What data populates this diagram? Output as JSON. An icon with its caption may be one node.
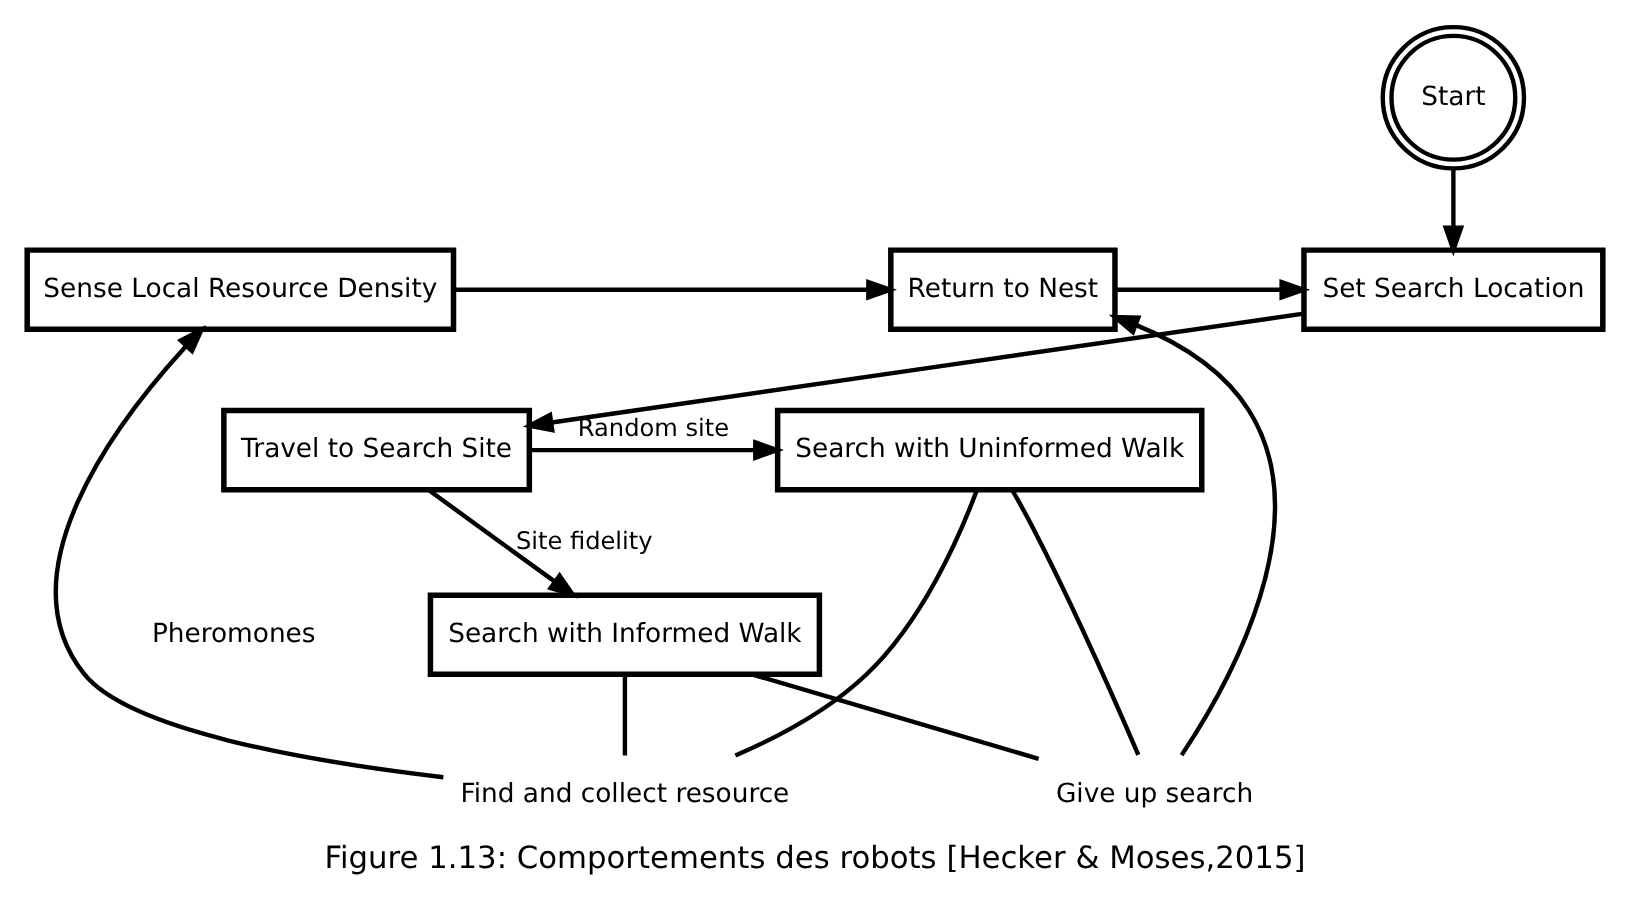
{
  "diagram": {
    "caption": "Figure 1.13: Comportements des robots [Hecker & Moses,2015]",
    "nodes": [
      {
        "text": [
          "Start"
        ]
      },
      {
        "text": [
          "Sense Local Resource Density"
        ]
      },
      {
        "text": [
          "Return to Nest"
        ]
      },
      {
        "text": [
          "Set Search Location"
        ]
      },
      {
        "text": [
          "Travel to Search Site"
        ]
      },
      {
        "text": [
          "Search with Uninformed Walk"
        ]
      },
      {
        "text": [
          "Search with Informed Walk"
        ]
      },
      {
        "text": [
          "Give up search"
        ]
      },
      {
        "text": [
          "Find and collect resource"
        ]
      }
    ],
    "edges": [
      {
        "from": 0,
        "to": 3,
        "arrow": "to"
      },
      {
        "from": 1,
        "to": 2,
        "arrow": "to"
      },
      {
        "from": 2,
        "to": 3,
        "arrow": "to"
      },
      {
        "from": 3,
        "to": 4,
        "arrow": "to"
      },
      {
        "from": 4,
        "to": 5,
        "arrow": "to",
        "label": "Random site"
      },
      {
        "from": 4,
        "to": 6,
        "arrow": "to",
        "label": "Site fidelity"
      },
      {
        "from": 5,
        "to": 7,
        "arrow": "none"
      },
      {
        "from": 6,
        "to": 7,
        "arrow": "none"
      },
      {
        "from": 7,
        "to": 2,
        "arrow": "to"
      },
      {
        "from": 5,
        "to": 8,
        "arrow": "none"
      },
      {
        "from": 6,
        "to": 8,
        "arrow": "none"
      },
      {
        "from": 8,
        "to": 1,
        "arrow": "to"
      }
    ],
    "labels": [
      "Pheromones"
    ]
  }
}
